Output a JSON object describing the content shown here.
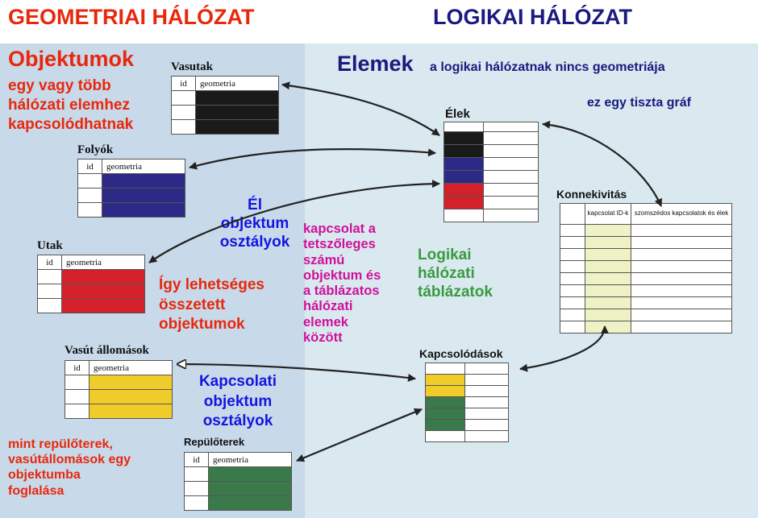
{
  "headers": {
    "left": "GEOMETRIAI HÁLÓZAT",
    "right": "LOGIKAI HÁLÓZAT"
  },
  "texts": {
    "objektumok_title": "Objektumok",
    "objektumok_lines": [
      "egy vagy több",
      "hálózati elemhez",
      "kapcsolódhatnak"
    ],
    "elemek_title": "Elemek",
    "elemek_sub": "a logikai hálózatnak nincs geometriája",
    "tiszta_graf": "ez egy tiszta gráf",
    "el_objektum_lines": [
      "Él",
      "objektum",
      "osztályok"
    ],
    "igy_lines": [
      "Így lehetséges",
      "összetett",
      "objektumok"
    ],
    "kapcsolat_lines": [
      "kapcsolat a",
      "tetszőleges",
      "számú",
      "objektum és",
      "a táblázatos",
      "hálózati",
      "elemek",
      "között"
    ],
    "logikai_lines": [
      "Logikai",
      "hálózati",
      "táblázatok"
    ],
    "kapcsolati_lines": [
      "Kapcsolati",
      "objektum",
      "osztályok"
    ],
    "mint_lines": [
      "mint repülőterek,",
      "vasútállomások egy",
      "objektumba",
      "foglalása"
    ]
  },
  "tables": {
    "vasutak": {
      "title": "Vasutak",
      "col_id": "id",
      "col_geom": "geometria",
      "color": "#1a1a1a"
    },
    "folyok": {
      "title": "Folyók",
      "col_id": "id",
      "col_geom": "geometria",
      "color": "#2c2a86"
    },
    "utak": {
      "title": "Utak",
      "col_id": "id",
      "col_geom": "geometria",
      "color": "#d4202a"
    },
    "allomasok": {
      "title": "Vasút állomások",
      "col_id": "id",
      "col_geom": "geometria",
      "color": "#f0cc2a"
    },
    "repuloterek": {
      "title": "Repülőterek",
      "col_id": "id",
      "col_geom": "geometria",
      "color": "#3a7a4a"
    },
    "elek": {
      "title": "Élek"
    },
    "konnekt": {
      "title": "Konnekivitás",
      "col1": "kapcsolat ID-k",
      "col2": "szomszédos kapcsolatok és élek"
    },
    "kapcsolodasok": {
      "title": "Kapcsolódások"
    }
  },
  "colors": {
    "elek_rows": [
      "#1a1a1a",
      "#1a1a1a",
      "#2c2a86",
      "#2c2a86",
      "#d4202a",
      "#d4202a"
    ],
    "kapcs_rows": [
      "#f0cc2a",
      "#f0cc2a",
      "#3a7a4a",
      "#3a7a4a",
      "#3a7a4a"
    ],
    "konnekt_fill": "#eef2c4"
  }
}
